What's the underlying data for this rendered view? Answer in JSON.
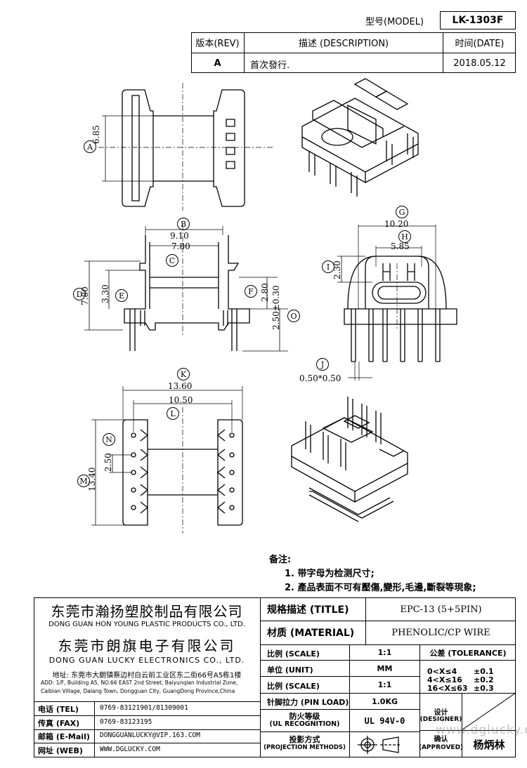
{
  "header": {
    "model_label": "型号(MODEL)",
    "model_value": "LK-1303F",
    "rev_label": "版本(REV)",
    "desc_label": "描述 (DESCRIPTION)",
    "date_label": "时间(DATE)",
    "rev_value": "A",
    "desc_value": "首次發行.",
    "date_value": "2018.05.12"
  },
  "dimensions": {
    "A": "A",
    "A_val": "6.85",
    "B": "B",
    "B_val": "9.10",
    "C": "C",
    "C_val": "7.80",
    "D": "D",
    "D_val": "7.80",
    "E": "E",
    "E_val": "3.30",
    "F": "F",
    "F_val": "2.80",
    "O": "O",
    "O_val": "2.50±0.30",
    "G": "G",
    "G_val": "10.20",
    "H": "H",
    "H_val": "5.85",
    "I": "I",
    "I_val": "2.30",
    "J": "J",
    "J_val": "0.50*0.50",
    "K": "K",
    "K_val": "13.60",
    "L": "L",
    "L_val": "10.50",
    "M": "M",
    "M_val": "13.40",
    "N": "N",
    "N_val": "2.50"
  },
  "notes": {
    "title": "备注:",
    "line1": "1. 带字母为检测尺寸;",
    "line2": "2. 產品表面不可有壓傷,變形,毛邊,斷裂等現象;"
  },
  "company": {
    "cn1": "东莞市瀚扬塑胶制品有限公司",
    "en1": "DONG GUAN HON YOUNG PLASTIC PRODUCTS CO., LTD.",
    "cn2": "东莞市朗旗电子有限公司",
    "en2": "DONG GUAN LUCKY ELECTRONICS CO., LTD.",
    "addr_cn": "地址: 东莞市大朗镇蔡边村白云前工业区东二街66号A5栋1楼",
    "addr_en1": "ADD: 1/F, Building A5, NO.66 EAST 2nd Street, Baiyunqian Industrial Zone,",
    "addr_en2": "Caibian Village, Dalang Town, Dongguan City, GuangDong Province,China"
  },
  "contact": {
    "tel_label": "电话 (TEL)",
    "tel_value": "0769-83121901/81309001",
    "fax_label": "传真 (FAX)",
    "fax_value": "0769-83123195",
    "mail_label": "邮箱 (E-Mail)",
    "mail_value": "DONGGUANLUCKY@VIP.163.COM",
    "web_label": "网址 (WEB)",
    "web_value": "WWW.DGLUCKY.COM"
  },
  "spec": {
    "title_label": "规格描述 (TITLE)",
    "title_value": "EPC-13 (5+5PIN)",
    "material_label": "材质 (MATERIAL)",
    "material_value": "PHENOLIC/CP WIRE",
    "scale_label": "比例 (SCALE)",
    "scale_value": "1:1",
    "tolerance_label": "公差 (TOLERANCE)",
    "unit_label": "单位 (UNIT)",
    "unit_value": "MM",
    "scale2_label": "比例 (SCALE)",
    "scale2_value": "1:1",
    "pin_label": "针脚拉力 (PIN LOAD)",
    "pin_value": "1.0KG",
    "fire_label1": "防火等级",
    "fire_label2": "(UL RECOGNITION)",
    "fire_value": "UL 94V-0",
    "proj_label1": "投影方式",
    "proj_label2": "(PROJECTION METHODS)",
    "tol1": "0<X≤4",
    "tol1v": "±0.1",
    "tol2": "4<X≤16",
    "tol2v": "±0.2",
    "tol3": "16<X≤63",
    "tol3v": "±0.3",
    "designer_label1": "设计",
    "designer_label2": "(DESIGNER)",
    "approved_label1": "确认",
    "approved_label2": "(APPROVED)",
    "approved_value": "杨炳林",
    "watermark": "www.dglucky.com"
  }
}
